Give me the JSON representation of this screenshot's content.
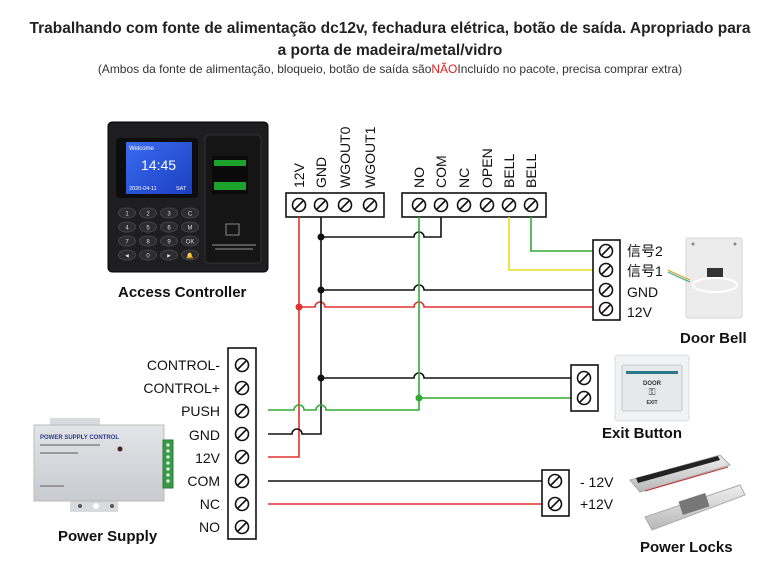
{
  "header": {
    "title_line1": "Trabalhando com fonte de alimentação dc12v, fechadura elétrica, botão de saída. Apropriado para",
    "title_line2": "a porta de madeira/metal/vidro",
    "note_prefix": "(Ambos da fonte de alimentação, bloqueio, botão de saída são",
    "note_highlight": "NÃO",
    "note_suffix": "Incluído no pacote, precisa comprar extra)",
    "highlight_color": "#e02020"
  },
  "devices": {
    "access_controller": {
      "caption": "Access Controller",
      "screen_welcome": "Welcome",
      "screen_time": "14:45",
      "screen_date": "2020-04-11",
      "screen_day": "SAT",
      "keys": [
        "1",
        "2",
        "3",
        "C",
        "4",
        "5",
        "6",
        "M",
        "7",
        "8",
        "9",
        "OK",
        "◄",
        "0",
        "►",
        "🔔"
      ]
    },
    "door_bell": {
      "caption": "Door Bell"
    },
    "exit_button": {
      "caption": "Exit Button",
      "face_top": "DOOR",
      "face_bottom": "EXIT"
    },
    "power_supply": {
      "caption": "Power Supply",
      "label": "POWER SUPPLY CONTROL"
    },
    "power_locks": {
      "caption": "Power Locks"
    }
  },
  "terminals": {
    "controller_power": [
      "12V",
      "GND",
      "WGOUT0",
      "WGOUT1"
    ],
    "controller_relay": [
      "NO",
      "COM",
      "NC",
      "OPEN",
      "BELL",
      "BELL"
    ],
    "door_bell": [
      "信号2",
      "信号1",
      "GND",
      "12V"
    ],
    "power_supply": [
      "CONTROL-",
      "CONTROL+",
      "PUSH",
      "GND",
      "12V",
      "COM",
      "NC",
      "NO"
    ],
    "power_locks": [
      "- 12V",
      "+12V"
    ]
  },
  "wire_colors": {
    "power": "#e03030",
    "ground": "#111111",
    "signal": "#33aa33",
    "bell": "#e8e020"
  }
}
